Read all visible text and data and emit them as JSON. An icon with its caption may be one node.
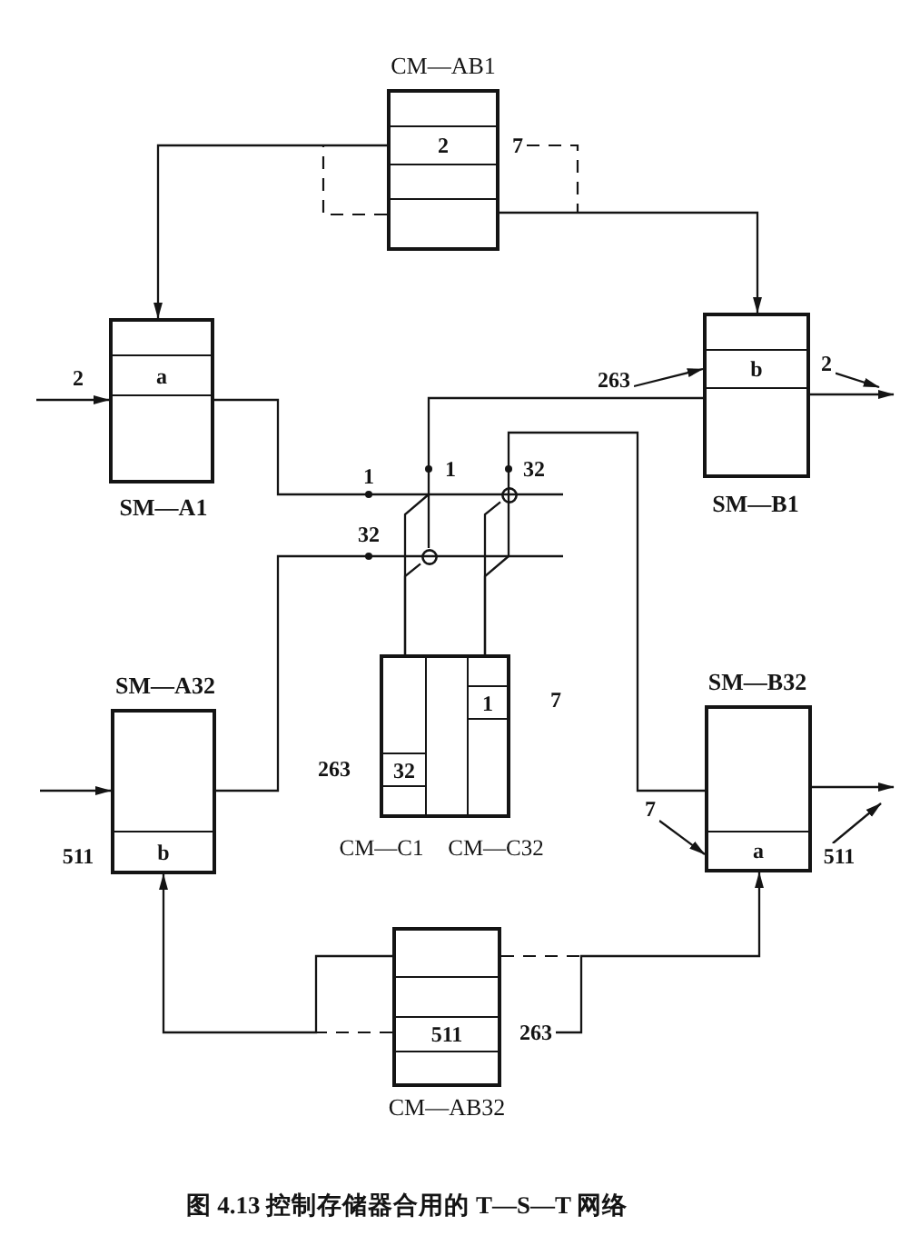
{
  "diagram": {
    "caption": "图 4.13 控制存储器合用的 T—S—T 网络",
    "nodes": [
      {
        "text": [
          "CM—AB1",
          "2"
        ]
      },
      {
        "text": [
          "7"
        ]
      },
      {
        "text": [
          "a",
          "SM—A1"
        ]
      },
      {
        "text": [
          "b",
          "SM—B1"
        ]
      },
      {
        "text": [
          "263"
        ]
      },
      {
        "text": [
          "2"
        ]
      },
      {
        "text": [],
        "shape": "circle"
      },
      {
        "text": [],
        "shape": "circle"
      },
      {
        "text": [
          "SM—A32",
          "b"
        ],
        "beside": [
          "511"
        ]
      },
      {
        "text": [
          "32",
          "CM—C1"
        ],
        "beside": [
          "263"
        ]
      },
      {
        "text": [],
        "shape": "box"
      },
      {
        "text": [
          "1",
          "CM—C32"
        ],
        "beside": [
          "7"
        ]
      },
      {
        "text": [
          "SM—B32",
          "a"
        ]
      },
      {
        "text": [
          "7"
        ]
      },
      {
        "text": [
          "511"
        ]
      },
      {
        "text": [
          "511",
          "CM—AB32"
        ]
      },
      {
        "text": [
          "263"
        ]
      }
    ],
    "edges": [
      {
        "from": 0,
        "to": 2,
        "arrow": "to"
      },
      {
        "from": 0,
        "to": null,
        "arrow": "none",
        "style": "dashed"
      },
      {
        "from": 0,
        "to": 3,
        "arrow": "to"
      },
      {
        "from": 1,
        "to": null,
        "arrow": "none",
        "style": "dashed"
      },
      {
        "from": null,
        "to": 2,
        "arrow": "to",
        "label": "2"
      },
      {
        "from": 2,
        "to": null,
        "arrow": "none",
        "label": "1"
      },
      {
        "from": 7,
        "to": 3,
        "arrow": "none",
        "label": "1"
      },
      {
        "from": 4,
        "to": 3,
        "arrow": "to"
      },
      {
        "from": 3,
        "to": null,
        "arrow": "to"
      },
      {
        "from": 5,
        "to": null,
        "arrow": "to"
      },
      {
        "from": 8,
        "to": null,
        "arrow": "none",
        "label": "32"
      },
      {
        "from": null,
        "to": 12,
        "arrow": "none",
        "label": "32"
      },
      {
        "from": 9,
        "to": null,
        "arrow": "none"
      },
      {
        "from": 9,
        "to": 7,
        "arrow": "none"
      },
      {
        "from": 11,
        "to": 6,
        "arrow": "none"
      },
      {
        "from": 11,
        "to": null,
        "arrow": "none"
      },
      {
        "from": 13,
        "to": 12,
        "arrow": "to"
      },
      {
        "from": 12,
        "to": null,
        "arrow": "to"
      },
      {
        "from": 14,
        "to": null,
        "arrow": "to"
      },
      {
        "from": null,
        "to": 8,
        "arrow": "to"
      },
      {
        "from": 15,
        "to": 8,
        "arrow": "to"
      },
      {
        "from": 15,
        "to": null,
        "arrow": "none",
        "style": "dashed"
      },
      {
        "from": 15,
        "to": null,
        "arrow": "none",
        "style": "dashed"
      },
      {
        "from": 16,
        "to": 12,
        "arrow": "to"
      }
    ]
  }
}
